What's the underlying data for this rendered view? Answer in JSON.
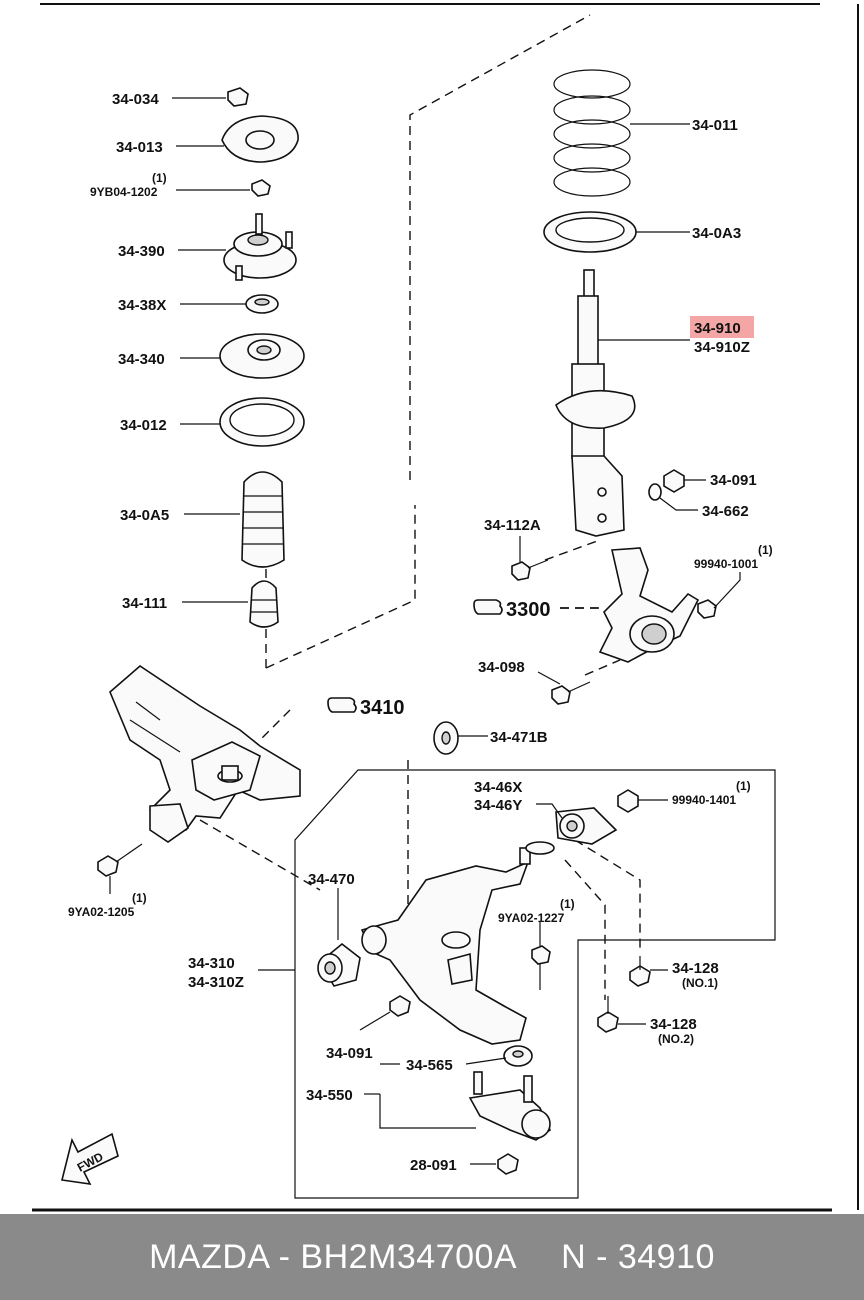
{
  "labels": {
    "p34034": "34-034",
    "p34013": "34-013",
    "p9yb04_q": "(1)",
    "p9yb04": "9YB04-1202",
    "p34390": "34-390",
    "p3438x": "34-38X",
    "p34340": "34-340",
    "p34012": "34-012",
    "p340a5": "34-0A5",
    "p34111": "34-111",
    "p34011": "34-011",
    "p340a3": "34-0A3",
    "p34910": "34-910",
    "p34910z": "34-910Z",
    "p34091a": "34-091",
    "p34662": "34-662",
    "p34112a": "34-112A",
    "p999401001_q": "(1)",
    "p999401001": "99940-1001",
    "p3300": "3300",
    "p34098": "34-098",
    "p3410": "3410",
    "p34471b": "34-471B",
    "p3446x": "34-46X",
    "p3446y": "34-46Y",
    "p999401401_q": "(1)",
    "p999401401": "99940-1401",
    "p34470": "34-470",
    "p9ya021227_q": "(1)",
    "p9ya021227": "9YA02-1227",
    "p9ya021205_q": "(1)",
    "p9ya021205": "9YA02-1205",
    "p34310": "34-310",
    "p34310z": "34-310Z",
    "p34128a": "34-128",
    "p34128a_note": "(NO.1)",
    "p34128b": "34-128",
    "p34128b_note": "(NO.2)",
    "p34091b": "34-091",
    "p34565": "34-565",
    "p34550": "34-550",
    "p28091": "28-091",
    "fwd": "FWD"
  },
  "highlight_color": "#f4a6a6",
  "footer": {
    "brand_part": "MAZDA - BH2M34700A",
    "ref": "N - 34910"
  }
}
